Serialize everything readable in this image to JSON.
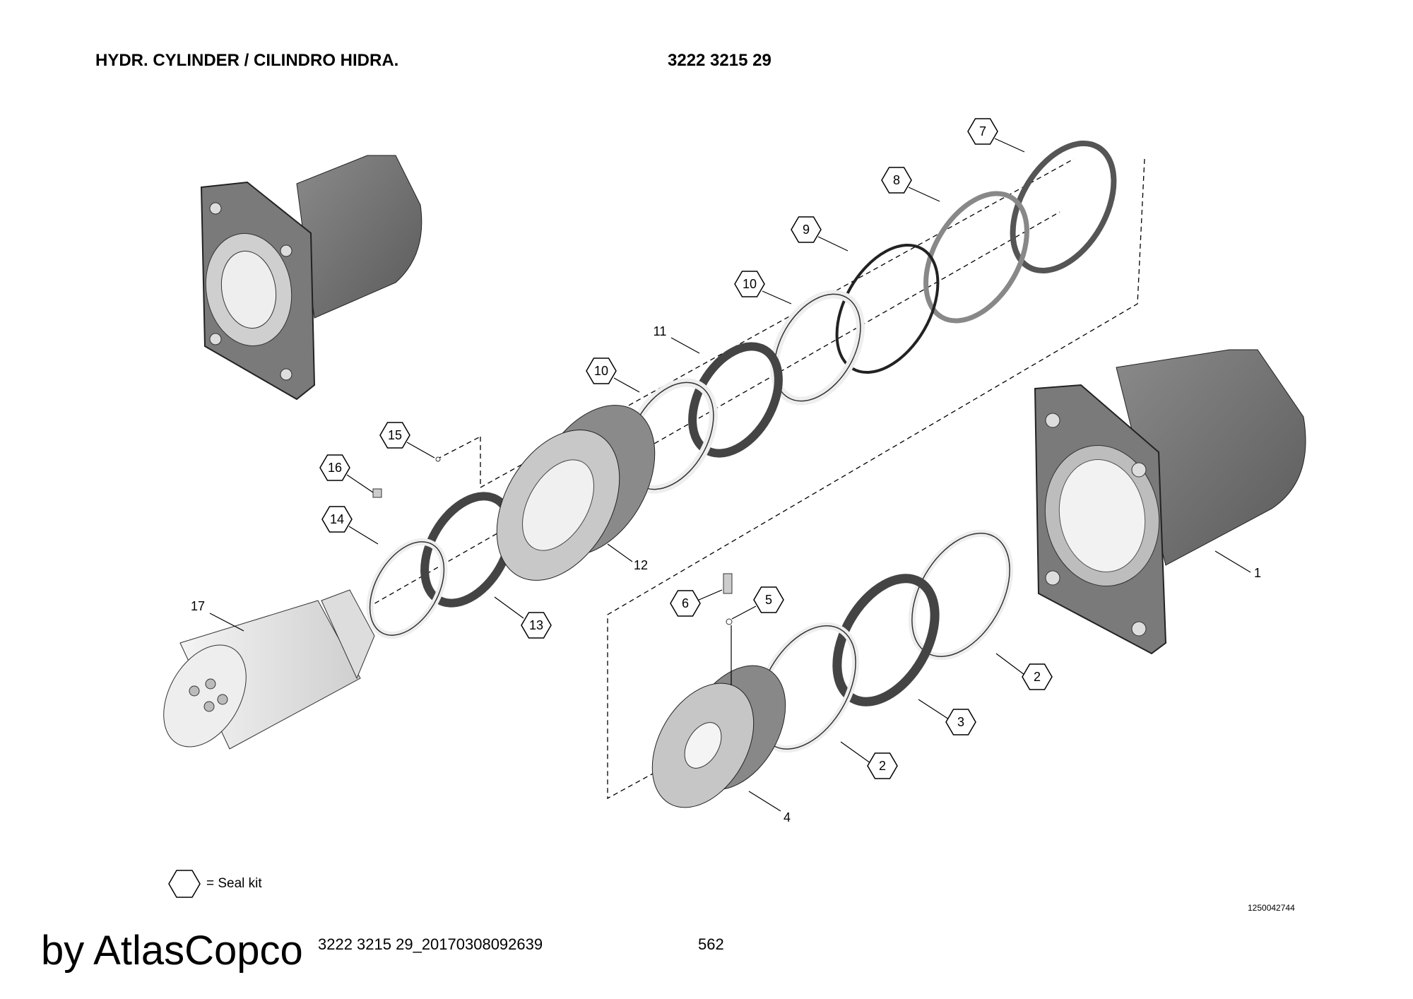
{
  "header": {
    "title": "HYDR. CYLINDER / CILINDRO HIDRA.",
    "part_number": "3222 3215 29"
  },
  "callouts": [
    {
      "id": "1",
      "seal_kit": false
    },
    {
      "id": "2",
      "seal_kit": true
    },
    {
      "id": "2",
      "seal_kit": true
    },
    {
      "id": "3",
      "seal_kit": true
    },
    {
      "id": "4",
      "seal_kit": false
    },
    {
      "id": "5",
      "seal_kit": true
    },
    {
      "id": "6",
      "seal_kit": true
    },
    {
      "id": "7",
      "seal_kit": true
    },
    {
      "id": "8",
      "seal_kit": true
    },
    {
      "id": "9",
      "seal_kit": true
    },
    {
      "id": "10",
      "seal_kit": true
    },
    {
      "id": "10",
      "seal_kit": true
    },
    {
      "id": "11",
      "seal_kit": false
    },
    {
      "id": "12",
      "seal_kit": false
    },
    {
      "id": "13",
      "seal_kit": true
    },
    {
      "id": "14",
      "seal_kit": true
    },
    {
      "id": "15",
      "seal_kit": true
    },
    {
      "id": "16",
      "seal_kit": true
    },
    {
      "id": "17",
      "seal_kit": false
    }
  ],
  "legend": {
    "text": "= Seal kit",
    "icon": "hexagon-icon"
  },
  "drawing_id": "1250042744",
  "footer": {
    "code": "3222 3215 29_20170308092639",
    "page": "562",
    "watermark": "by AtlasCopco"
  },
  "colors": {
    "part_dark": "#6e6e6e",
    "part_light": "#e4e4e4",
    "line": "#000000"
  }
}
